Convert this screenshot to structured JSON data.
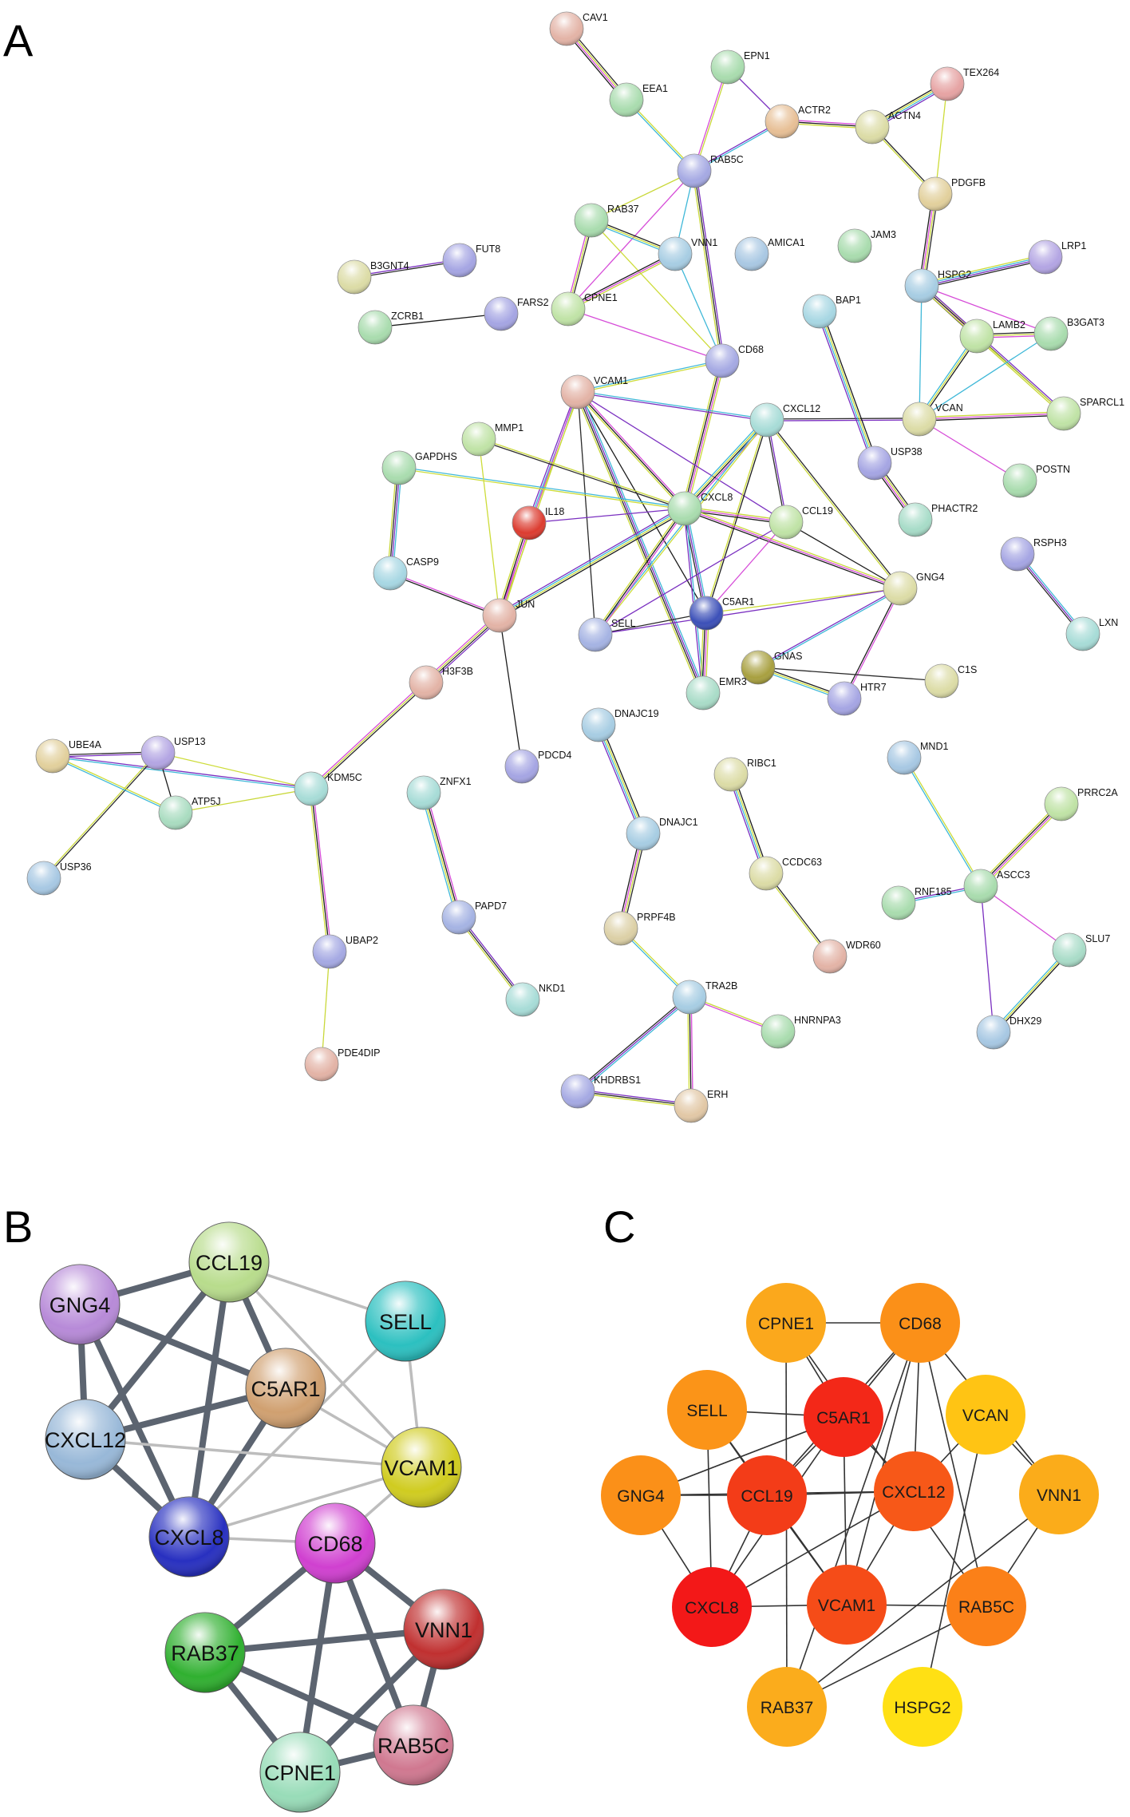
{
  "panels": [
    {
      "id": "A",
      "label": "A",
      "nodes": [
        {
          "id": "CAV1",
          "color": "#e3b3a6"
        },
        {
          "id": "EPN1",
          "color": "#a9dcae"
        },
        {
          "id": "TEX264",
          "color": "#e6a3a3"
        },
        {
          "id": "EEA1",
          "color": "#a9dcae"
        },
        {
          "id": "ACTR2",
          "color": "#e7bf95"
        },
        {
          "id": "ACTN4",
          "color": "#dcdca6"
        },
        {
          "id": "RAB5C",
          "color": "#a5a9e3"
        },
        {
          "id": "RAB37",
          "color": "#a9dcae"
        },
        {
          "id": "PDGFB",
          "color": "#e2d09c"
        },
        {
          "id": "VNN1",
          "color": "#a7cde3"
        },
        {
          "id": "AMICA1",
          "color": "#a9c8e3"
        },
        {
          "id": "JAM3",
          "color": "#a9dcae"
        },
        {
          "id": "B3GNT4",
          "color": "#dcdca6"
        },
        {
          "id": "FUT8",
          "color": "#a5a5e3"
        },
        {
          "id": "FARS2",
          "color": "#a5a5e3"
        },
        {
          "id": "CPNE1",
          "color": "#c0e3a6"
        },
        {
          "id": "HSPG2",
          "color": "#a7cde3"
        },
        {
          "id": "LRP1",
          "color": "#b3a5e3"
        },
        {
          "id": "ZCRB1",
          "color": "#a9dcae"
        },
        {
          "id": "BAP1",
          "color": "#a7d7e3"
        },
        {
          "id": "LAMB2",
          "color": "#c0e3a6"
        },
        {
          "id": "B3GAT3",
          "color": "#a9dcae"
        },
        {
          "id": "CD68",
          "color": "#a5a9e3"
        },
        {
          "id": "VCAM1",
          "color": "#e3b3a6"
        },
        {
          "id": "CXCL12",
          "color": "#a7dcd7"
        },
        {
          "id": "VCAN",
          "color": "#dcdca6"
        },
        {
          "id": "SPARCL1",
          "color": "#c0e3a6"
        },
        {
          "id": "MMP1",
          "color": "#c0e3a6"
        },
        {
          "id": "GAPDHS",
          "color": "#a9dcae"
        },
        {
          "id": "USP38",
          "color": "#a5a5e3"
        },
        {
          "id": "POSTN",
          "color": "#a9dcae"
        },
        {
          "id": "IL18",
          "color": "#dc3c30"
        },
        {
          "id": "CXCL8",
          "color": "#a9dcae"
        },
        {
          "id": "CCL19",
          "color": "#c0e3a6"
        },
        {
          "id": "PHACTR2",
          "color": "#a7dcc8"
        },
        {
          "id": "RSPH3",
          "color": "#a5a5e3"
        },
        {
          "id": "CASP9",
          "color": "#a7d7e3"
        },
        {
          "id": "GNG4",
          "color": "#dcdca6"
        },
        {
          "id": "JUN",
          "color": "#e3b3a6"
        },
        {
          "id": "C5AR1",
          "color": "#3c50b8"
        },
        {
          "id": "SELL",
          "color": "#a5b3e3"
        },
        {
          "id": "LXN",
          "color": "#a7dcd7"
        },
        {
          "id": "GNAS",
          "color": "#a8a040"
        },
        {
          "id": "H3F3B",
          "color": "#e3b3a6"
        },
        {
          "id": "EMR3",
          "color": "#a9dcc8"
        },
        {
          "id": "HTR7",
          "color": "#a5a5e3"
        },
        {
          "id": "C1S",
          "color": "#dcdca6"
        },
        {
          "id": "DNAJC19",
          "color": "#a7cde3"
        },
        {
          "id": "UBE4A",
          "color": "#e2d09c"
        },
        {
          "id": "USP13",
          "color": "#b3a5e3"
        },
        {
          "id": "MND1",
          "color": "#a7c8e3"
        },
        {
          "id": "RIBC1",
          "color": "#dcdca6"
        },
        {
          "id": "PDCD4",
          "color": "#a5a5e3"
        },
        {
          "id": "PRRC2A",
          "color": "#c0e3a6"
        },
        {
          "id": "KDM5C",
          "color": "#a7dcd7"
        },
        {
          "id": "ZNFX1",
          "color": "#a7dcd7"
        },
        {
          "id": "ATP5J",
          "color": "#a9dcc0"
        },
        {
          "id": "DNAJC1",
          "color": "#a7cde3"
        },
        {
          "id": "USP36",
          "color": "#a7c8e3"
        },
        {
          "id": "CCDC63",
          "color": "#dcdca6"
        },
        {
          "id": "ASCC3",
          "color": "#a9dcae"
        },
        {
          "id": "RNF185",
          "color": "#a9dcae"
        },
        {
          "id": "PAPD7",
          "color": "#a5b3e3"
        },
        {
          "id": "PRPF4B",
          "color": "#dcd0a6"
        },
        {
          "id": "UBAP2",
          "color": "#a5a9e3"
        },
        {
          "id": "WDR60",
          "color": "#e3b3a6"
        },
        {
          "id": "SLU7",
          "color": "#a9dcc8"
        },
        {
          "id": "TRA2B",
          "color": "#a7cde3"
        },
        {
          "id": "NKD1",
          "color": "#a7dcd7"
        },
        {
          "id": "HNRNPA3",
          "color": "#a9dcae"
        },
        {
          "id": "DHX29",
          "color": "#a7c8e3"
        },
        {
          "id": "PDE4DIP",
          "color": "#e3b3a6"
        },
        {
          "id": "KHDRBS1",
          "color": "#a5a9e3"
        },
        {
          "id": "ERH",
          "color": "#e2c8a6"
        }
      ],
      "edges": [
        [
          "CAV1",
          "EEA1"
        ],
        [
          "EEA1",
          "RAB5C"
        ],
        [
          "EPN1",
          "RAB5C"
        ],
        [
          "ACTR2",
          "RAB5C"
        ],
        [
          "ACTR2",
          "ACTN4"
        ],
        [
          "EPN1",
          "ACTR2"
        ],
        [
          "ACTN4",
          "TEX264"
        ],
        [
          "ACTN4",
          "PDGFB"
        ],
        [
          "TEX264",
          "PDGFB"
        ],
        [
          "RAB5C",
          "RAB37"
        ],
        [
          "RAB5C",
          "VNN1"
        ],
        [
          "RAB5C",
          "CPNE1"
        ],
        [
          "RAB5C",
          "CD68"
        ],
        [
          "RAB37",
          "VNN1"
        ],
        [
          "RAB37",
          "CPNE1"
        ],
        [
          "RAB37",
          "CD68"
        ],
        [
          "VNN1",
          "CPNE1"
        ],
        [
          "VNN1",
          "CD68"
        ],
        [
          "CPNE1",
          "CD68"
        ],
        [
          "B3GNT4",
          "FUT8"
        ],
        [
          "ZCRB1",
          "FARS2"
        ],
        [
          "PDGFB",
          "HSPG2"
        ],
        [
          "HSPG2",
          "LRP1"
        ],
        [
          "HSPG2",
          "LAMB2"
        ],
        [
          "HSPG2",
          "VCAN"
        ],
        [
          "HSPG2",
          "B3GAT3"
        ],
        [
          "HSPG2",
          "SPARCL1"
        ],
        [
          "LAMB2",
          "VCAN"
        ],
        [
          "LAMB2",
          "B3GAT3"
        ],
        [
          "LAMB2",
          "SPARCL1"
        ],
        [
          "VCAN",
          "SPARCL1"
        ],
        [
          "VCAN",
          "B3GAT3"
        ],
        [
          "VCAN",
          "POSTN"
        ],
        [
          "VCAN",
          "CXCL12"
        ],
        [
          "BAP1",
          "USP38"
        ],
        [
          "USP38",
          "PHACTR2"
        ],
        [
          "CD68",
          "VCAM1"
        ],
        [
          "CD68",
          "CXCL8"
        ],
        [
          "VCAM1",
          "CXCL12"
        ],
        [
          "VCAM1",
          "CXCL8"
        ],
        [
          "VCAM1",
          "CCL19"
        ],
        [
          "VCAM1",
          "C5AR1"
        ],
        [
          "VCAM1",
          "SELL"
        ],
        [
          "VCAM1",
          "IL18"
        ],
        [
          "VCAM1",
          "JUN"
        ],
        [
          "VCAM1",
          "EMR3"
        ],
        [
          "CXCL12",
          "CXCL8"
        ],
        [
          "CXCL12",
          "CCL19"
        ],
        [
          "CXCL12",
          "C5AR1"
        ],
        [
          "CXCL12",
          "GNG4"
        ],
        [
          "CXCL12",
          "SELL"
        ],
        [
          "CXCL8",
          "CCL19"
        ],
        [
          "CXCL8",
          "C5AR1"
        ],
        [
          "CXCL8",
          "SELL"
        ],
        [
          "CXCL8",
          "IL18"
        ],
        [
          "CXCL8",
          "JUN"
        ],
        [
          "CXCL8",
          "MMP1"
        ],
        [
          "CXCL8",
          "GAPDHS"
        ],
        [
          "CXCL8",
          "GNG4"
        ],
        [
          "CXCL8",
          "EMR3"
        ],
        [
          "CCL19",
          "C5AR1"
        ],
        [
          "CCL19",
          "SELL"
        ],
        [
          "CCL19",
          "GNG4"
        ],
        [
          "C5AR1",
          "SELL"
        ],
        [
          "C5AR1",
          "GNG4"
        ],
        [
          "C5AR1",
          "EMR3"
        ],
        [
          "GNG4",
          "GNAS"
        ],
        [
          "GNG4",
          "HTR7"
        ],
        [
          "GNG4",
          "SELL"
        ],
        [
          "GNAS",
          "HTR7"
        ],
        [
          "GNAS",
          "C1S"
        ],
        [
          "MMP1",
          "JUN"
        ],
        [
          "IL18",
          "JUN"
        ],
        [
          "GAPDHS",
          "CASP9"
        ],
        [
          "CASP9",
          "JUN"
        ],
        [
          "JUN",
          "H3F3B"
        ],
        [
          "JUN",
          "PDCD4"
        ],
        [
          "H3F3B",
          "KDM5C"
        ],
        [
          "KDM5C",
          "USP13"
        ],
        [
          "KDM5C",
          "ATP5J"
        ],
        [
          "KDM5C",
          "UBE4A"
        ],
        [
          "KDM5C",
          "UBAP2"
        ],
        [
          "USP13",
          "UBE4A"
        ],
        [
          "USP13",
          "ATP5J"
        ],
        [
          "USP13",
          "USP36"
        ],
        [
          "UBE4A",
          "ATP5J"
        ],
        [
          "UBAP2",
          "PDE4DIP"
        ],
        [
          "RSPH3",
          "LXN"
        ],
        [
          "ZNFX1",
          "PAPD7"
        ],
        [
          "PAPD7",
          "NKD1"
        ],
        [
          "DNAJC19",
          "DNAJC1"
        ],
        [
          "DNAJC1",
          "PRPF4B"
        ],
        [
          "PRPF4B",
          "TRA2B"
        ],
        [
          "TRA2B",
          "HNRNPA3"
        ],
        [
          "TRA2B",
          "KHDRBS1"
        ],
        [
          "TRA2B",
          "ERH"
        ],
        [
          "KHDRBS1",
          "ERH"
        ],
        [
          "RIBC1",
          "CCDC63"
        ],
        [
          "CCDC63",
          "WDR60"
        ],
        [
          "MND1",
          "ASCC3"
        ],
        [
          "PRRC2A",
          "ASCC3"
        ],
        [
          "ASCC3",
          "RNF185"
        ],
        [
          "ASCC3",
          "SLU7"
        ],
        [
          "ASCC3",
          "DHX29"
        ],
        [
          "SLU7",
          "DHX29"
        ]
      ]
    },
    {
      "id": "B",
      "label": "B",
      "nodes": [
        {
          "id": "CCL19",
          "color": "#b8dc8c"
        },
        {
          "id": "GNG4",
          "color": "#b78ad8"
        },
        {
          "id": "SELL",
          "color": "#2cc0c0"
        },
        {
          "id": "C5AR1",
          "color": "#d0a070"
        },
        {
          "id": "CXCL12",
          "color": "#98b8d8"
        },
        {
          "id": "VCAM1",
          "color": "#d0cc20"
        },
        {
          "id": "CXCL8",
          "color": "#2830c0"
        },
        {
          "id": "CD68",
          "color": "#d040d0"
        },
        {
          "id": "VNN1",
          "color": "#c03030"
        },
        {
          "id": "RAB37",
          "color": "#30b030"
        },
        {
          "id": "RAB5C",
          "color": "#d07890"
        },
        {
          "id": "CPNE1",
          "color": "#98dcb8"
        }
      ],
      "edges": [
        {
          "a": "GNG4",
          "b": "CCL19",
          "w": "strong"
        },
        {
          "a": "GNG4",
          "b": "C5AR1",
          "w": "strong"
        },
        {
          "a": "GNG4",
          "b": "CXCL12",
          "w": "strong"
        },
        {
          "a": "GNG4",
          "b": "CXCL8",
          "w": "strong"
        },
        {
          "a": "CCL19",
          "b": "C5AR1",
          "w": "strong"
        },
        {
          "a": "CCL19",
          "b": "CXCL12",
          "w": "strong"
        },
        {
          "a": "CCL19",
          "b": "CXCL8",
          "w": "strong"
        },
        {
          "a": "CCL19",
          "b": "SELL",
          "w": "weak"
        },
        {
          "a": "CCL19",
          "b": "VCAM1",
          "w": "weak"
        },
        {
          "a": "C5AR1",
          "b": "CXCL12",
          "w": "strong"
        },
        {
          "a": "C5AR1",
          "b": "CXCL8",
          "w": "strong"
        },
        {
          "a": "C5AR1",
          "b": "VCAM1",
          "w": "weak"
        },
        {
          "a": "CXCL12",
          "b": "CXCL8",
          "w": "strong"
        },
        {
          "a": "CXCL12",
          "b": "VCAM1",
          "w": "weak"
        },
        {
          "a": "CXCL8",
          "b": "VCAM1",
          "w": "weak"
        },
        {
          "a": "CXCL8",
          "b": "SELL",
          "w": "weak"
        },
        {
          "a": "SELL",
          "b": "VCAM1",
          "w": "weak"
        },
        {
          "a": "CXCL8",
          "b": "CD68",
          "w": "weak"
        },
        {
          "a": "CD68",
          "b": "VCAM1",
          "w": "weak"
        },
        {
          "a": "CD68",
          "b": "VNN1",
          "w": "strong"
        },
        {
          "a": "CD68",
          "b": "RAB37",
          "w": "strong"
        },
        {
          "a": "CD68",
          "b": "RAB5C",
          "w": "strong"
        },
        {
          "a": "CD68",
          "b": "CPNE1",
          "w": "strong"
        },
        {
          "a": "RAB37",
          "b": "VNN1",
          "w": "strong"
        },
        {
          "a": "RAB37",
          "b": "RAB5C",
          "w": "strong"
        },
        {
          "a": "RAB37",
          "b": "CPNE1",
          "w": "strong"
        },
        {
          "a": "VNN1",
          "b": "RAB5C",
          "w": "strong"
        },
        {
          "a": "VNN1",
          "b": "CPNE1",
          "w": "strong"
        },
        {
          "a": "RAB5C",
          "b": "CPNE1",
          "w": "strong"
        }
      ]
    },
    {
      "id": "C",
      "label": "C",
      "nodes": [
        {
          "id": "CPNE1",
          "color": "#fba81c"
        },
        {
          "id": "CD68",
          "color": "#fb9018"
        },
        {
          "id": "SELL",
          "color": "#fb9418"
        },
        {
          "id": "C5AR1",
          "color": "#f32818"
        },
        {
          "id": "VCAN",
          "color": "#ffc414"
        },
        {
          "id": "GNG4",
          "color": "#fb9018"
        },
        {
          "id": "CCL19",
          "color": "#f33c18"
        },
        {
          "id": "CXCL12",
          "color": "#f75818"
        },
        {
          "id": "VNN1",
          "color": "#fbac1a"
        },
        {
          "id": "CXCL8",
          "color": "#f31818"
        },
        {
          "id": "VCAM1",
          "color": "#f54c18"
        },
        {
          "id": "RAB5C",
          "color": "#fb8018"
        },
        {
          "id": "RAB37",
          "color": "#fbac1c"
        },
        {
          "id": "HSPG2",
          "color": "#ffe014"
        }
      ],
      "edges": [
        [
          "CPNE1",
          "CD68"
        ],
        [
          "CPNE1",
          "C5AR1"
        ],
        [
          "CPNE1",
          "RAB37"
        ],
        [
          "CPNE1",
          "RAB5C"
        ],
        [
          "CD68",
          "C5AR1"
        ],
        [
          "CD68",
          "CXCL12"
        ],
        [
          "CD68",
          "CCL19"
        ],
        [
          "CD68",
          "VCAM1"
        ],
        [
          "CD68",
          "VNN1"
        ],
        [
          "CD68",
          "RAB37"
        ],
        [
          "CD68",
          "RAB5C"
        ],
        [
          "SELL",
          "C5AR1"
        ],
        [
          "SELL",
          "CCL19"
        ],
        [
          "SELL",
          "CXCL8"
        ],
        [
          "SELL",
          "VCAM1"
        ],
        [
          "C5AR1",
          "CCL19"
        ],
        [
          "C5AR1",
          "CXCL12"
        ],
        [
          "C5AR1",
          "CXCL8"
        ],
        [
          "C5AR1",
          "VCAM1"
        ],
        [
          "C5AR1",
          "GNG4"
        ],
        [
          "VCAN",
          "CXCL12"
        ],
        [
          "VCAN",
          "VNN1"
        ],
        [
          "VCAN",
          "HSPG2"
        ],
        [
          "GNG4",
          "CCL19"
        ],
        [
          "GNG4",
          "CXCL12"
        ],
        [
          "GNG4",
          "CXCL8"
        ],
        [
          "GNG4",
          "C5AR1"
        ],
        [
          "CCL19",
          "CXCL12"
        ],
        [
          "CCL19",
          "CXCL8"
        ],
        [
          "CCL19",
          "VCAM1"
        ],
        [
          "CXCL12",
          "CXCL8"
        ],
        [
          "CXCL12",
          "VCAM1"
        ],
        [
          "CXCL8",
          "VCAM1"
        ],
        [
          "VNN1",
          "RAB5C"
        ],
        [
          "VNN1",
          "RAB37"
        ],
        [
          "RAB5C",
          "RAB37"
        ],
        [
          "VCAM1",
          "RAB5C"
        ]
      ]
    }
  ]
}
